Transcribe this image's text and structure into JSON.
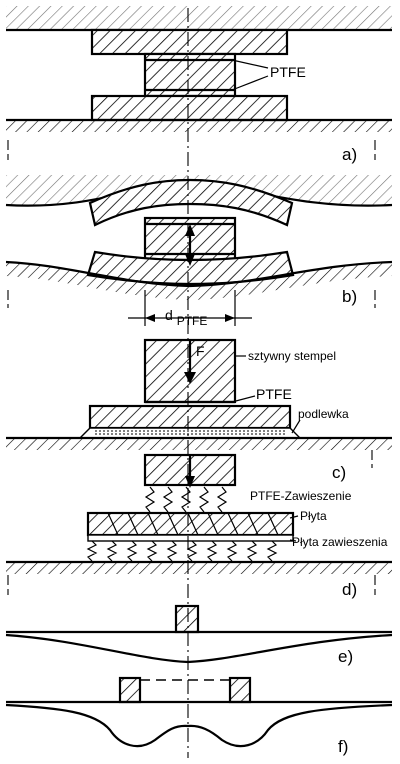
{
  "panels": [
    {
      "id": "a",
      "label": "a)"
    },
    {
      "id": "b",
      "label": "b)"
    },
    {
      "id": "c",
      "label": "c)"
    },
    {
      "id": "d",
      "label": "d)"
    },
    {
      "id": "e",
      "label": "e)"
    },
    {
      "id": "f",
      "label": "f)"
    }
  ],
  "annotations": {
    "ptfe_a": "PTFE",
    "d_ptfe_main": "d",
    "d_ptfe_sub": "PTFE",
    "force": "F",
    "rigid_punch": "sztywny stempel",
    "ptfe_c": "PTFE",
    "underlay": "podlewka",
    "ptfe_d": "PTFE",
    "suspension": "-Zawieszenie",
    "plate": "Płyta",
    "suspension_plate": "Płyta zawieszenia"
  },
  "style": {
    "ink": "#000000",
    "paper": "#ffffff"
  }
}
